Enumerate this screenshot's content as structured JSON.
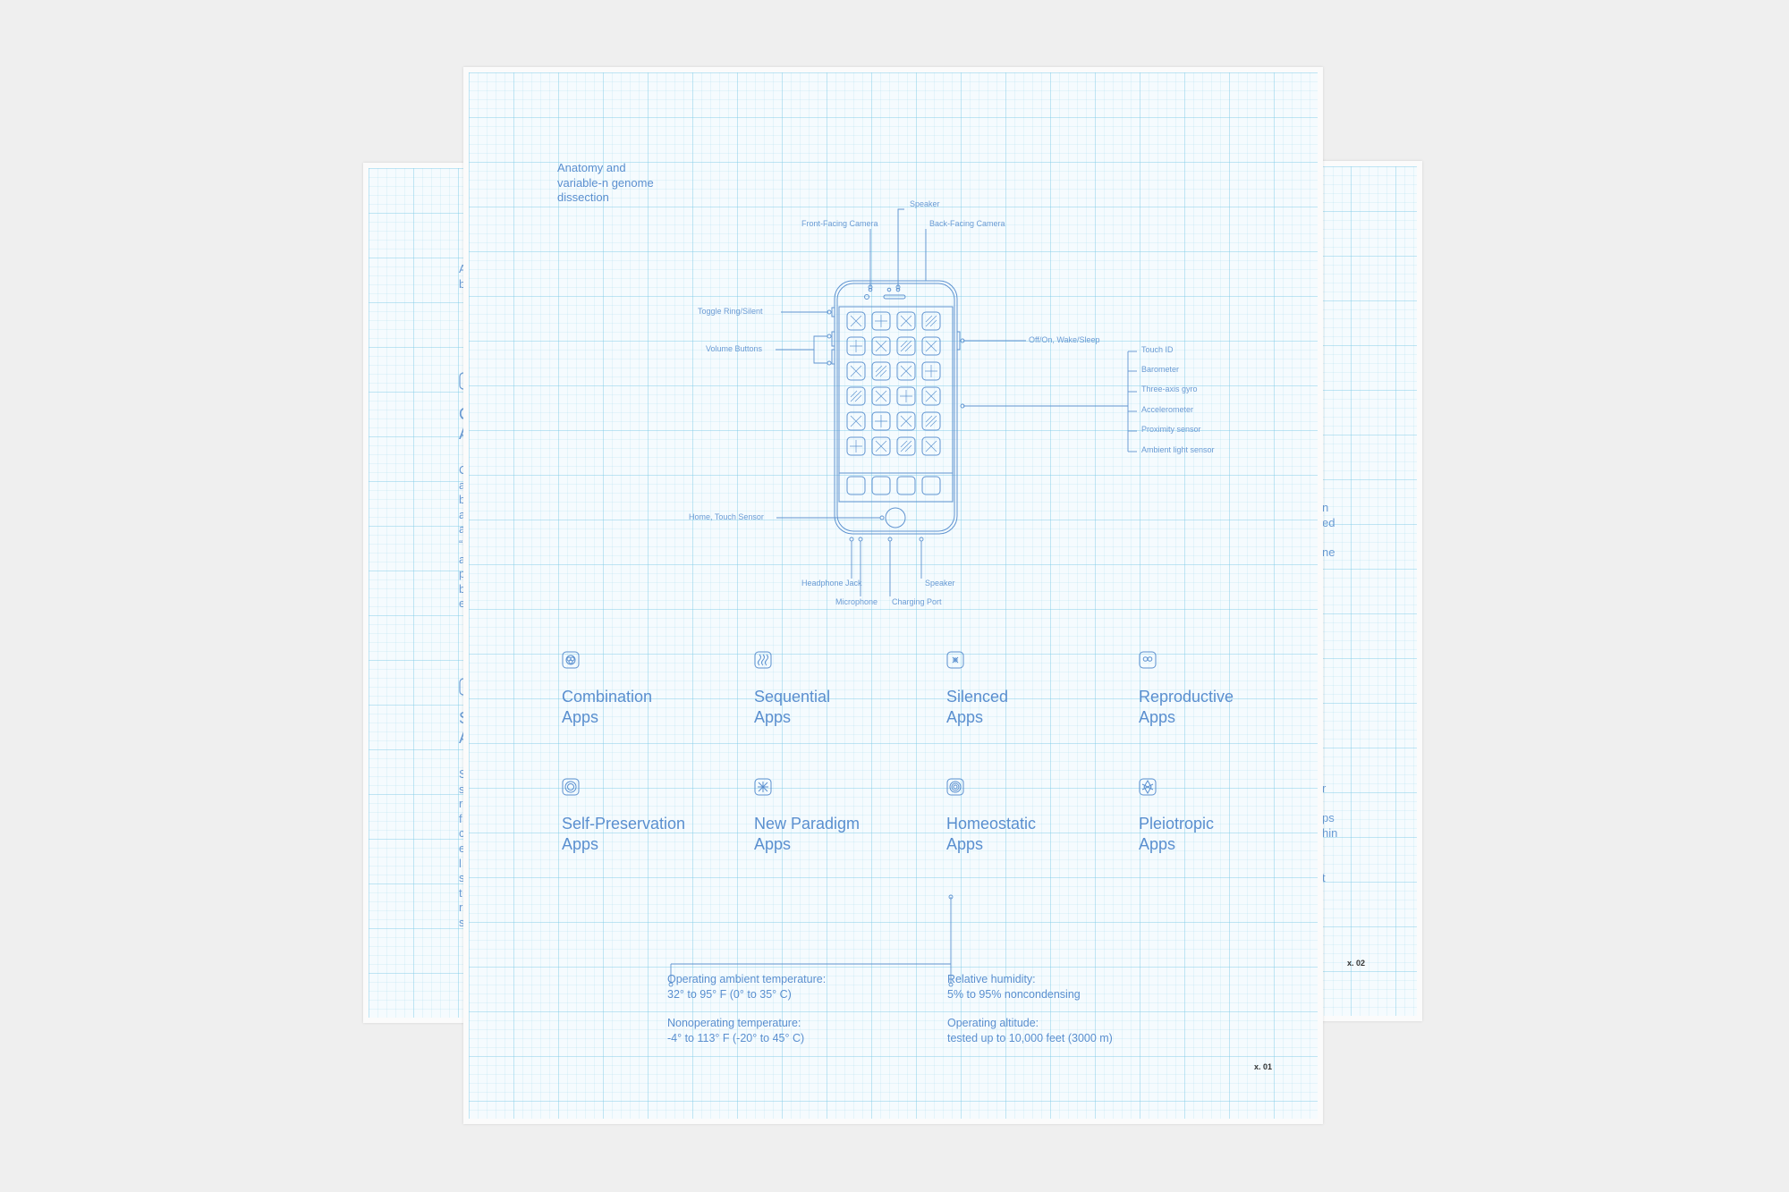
{
  "front": {
    "title": [
      "Anatomy and",
      "variable-n genome",
      "dissection"
    ],
    "callouts": {
      "speaker_top": "Speaker",
      "front_camera": "Front-Facing Camera",
      "back_camera": "Back-Facing Camera",
      "toggle": "Toggle Ring/Silent",
      "volume": "Volume Buttons",
      "power": "Off/On, Wake/Sleep",
      "home": "Home, Touch Sensor",
      "headphone": "Headphone Jack",
      "microphone": "Microphone",
      "charging": "Charging Port",
      "speaker_bottom": "Speaker"
    },
    "sensors": [
      "Touch ID",
      "Barometer",
      "Three-axis gyro",
      "Accelerometer",
      "Proximity sensor",
      "Ambient light sensor"
    ],
    "categories": [
      {
        "line1": "Combination",
        "line2": "Apps",
        "icon": "combination-icon"
      },
      {
        "line1": "Sequential",
        "line2": "Apps",
        "icon": "sequential-icon"
      },
      {
        "line1": "Silenced",
        "line2": "Apps",
        "icon": "silenced-icon"
      },
      {
        "line1": "Reproductive",
        "line2": "Apps",
        "icon": "reproductive-icon"
      },
      {
        "line1": "Self-Preservation",
        "line2": "Apps",
        "icon": "self-preservation-icon"
      },
      {
        "line1": "New Paradigm",
        "line2": "Apps",
        "icon": "new-paradigm-icon"
      },
      {
        "line1": "Homeostatic",
        "line2": "Apps",
        "icon": "homeostatic-icon"
      },
      {
        "line1": "Pleiotropic",
        "line2": "Apps",
        "icon": "pleiotropic-icon"
      }
    ],
    "specs": {
      "op_temp_label": "Operating ambient temperature:",
      "op_temp_value": "32° to 95° F (0° to 35° C)",
      "nonop_temp_label": "Nonoperating temperature:",
      "nonop_temp_value": "-4° to 113° F (-20° to 45° C)",
      "humidity_label": "Relative humidity:",
      "humidity_value": "5% to 95% noncondensing",
      "altitude_label": "Operating altitude:",
      "altitude_value": "tested up to 10,000 feet (3000 m)"
    },
    "page_number": "x. 01"
  },
  "left_sheet": {
    "fragments_top": [
      "Ap",
      "br"
    ],
    "fragments_a": [
      "C",
      "A"
    ],
    "fragments_body_a": [
      "C",
      "a",
      "b",
      "a",
      "a",
      "“g",
      "a",
      "p",
      "b",
      "e"
    ],
    "fragments_b": [
      "S",
      "A"
    ],
    "fragments_body_b": [
      "S",
      "s",
      "r",
      "f",
      "c",
      "e",
      "l",
      "s",
      "t",
      "r",
      "s"
    ]
  },
  "right_sheet": {
    "fragments_a": [
      "n",
      "ed",
      "",
      "ne"
    ],
    "fragments_b": [
      "r",
      "",
      "ps",
      "hin",
      "",
      "",
      "t"
    ],
    "page_number": "x. 02"
  },
  "colors": {
    "ink": "#5a8fcf",
    "grid": "#bfe6f4",
    "paper": "#f5fbfe",
    "background": "#efefef"
  }
}
